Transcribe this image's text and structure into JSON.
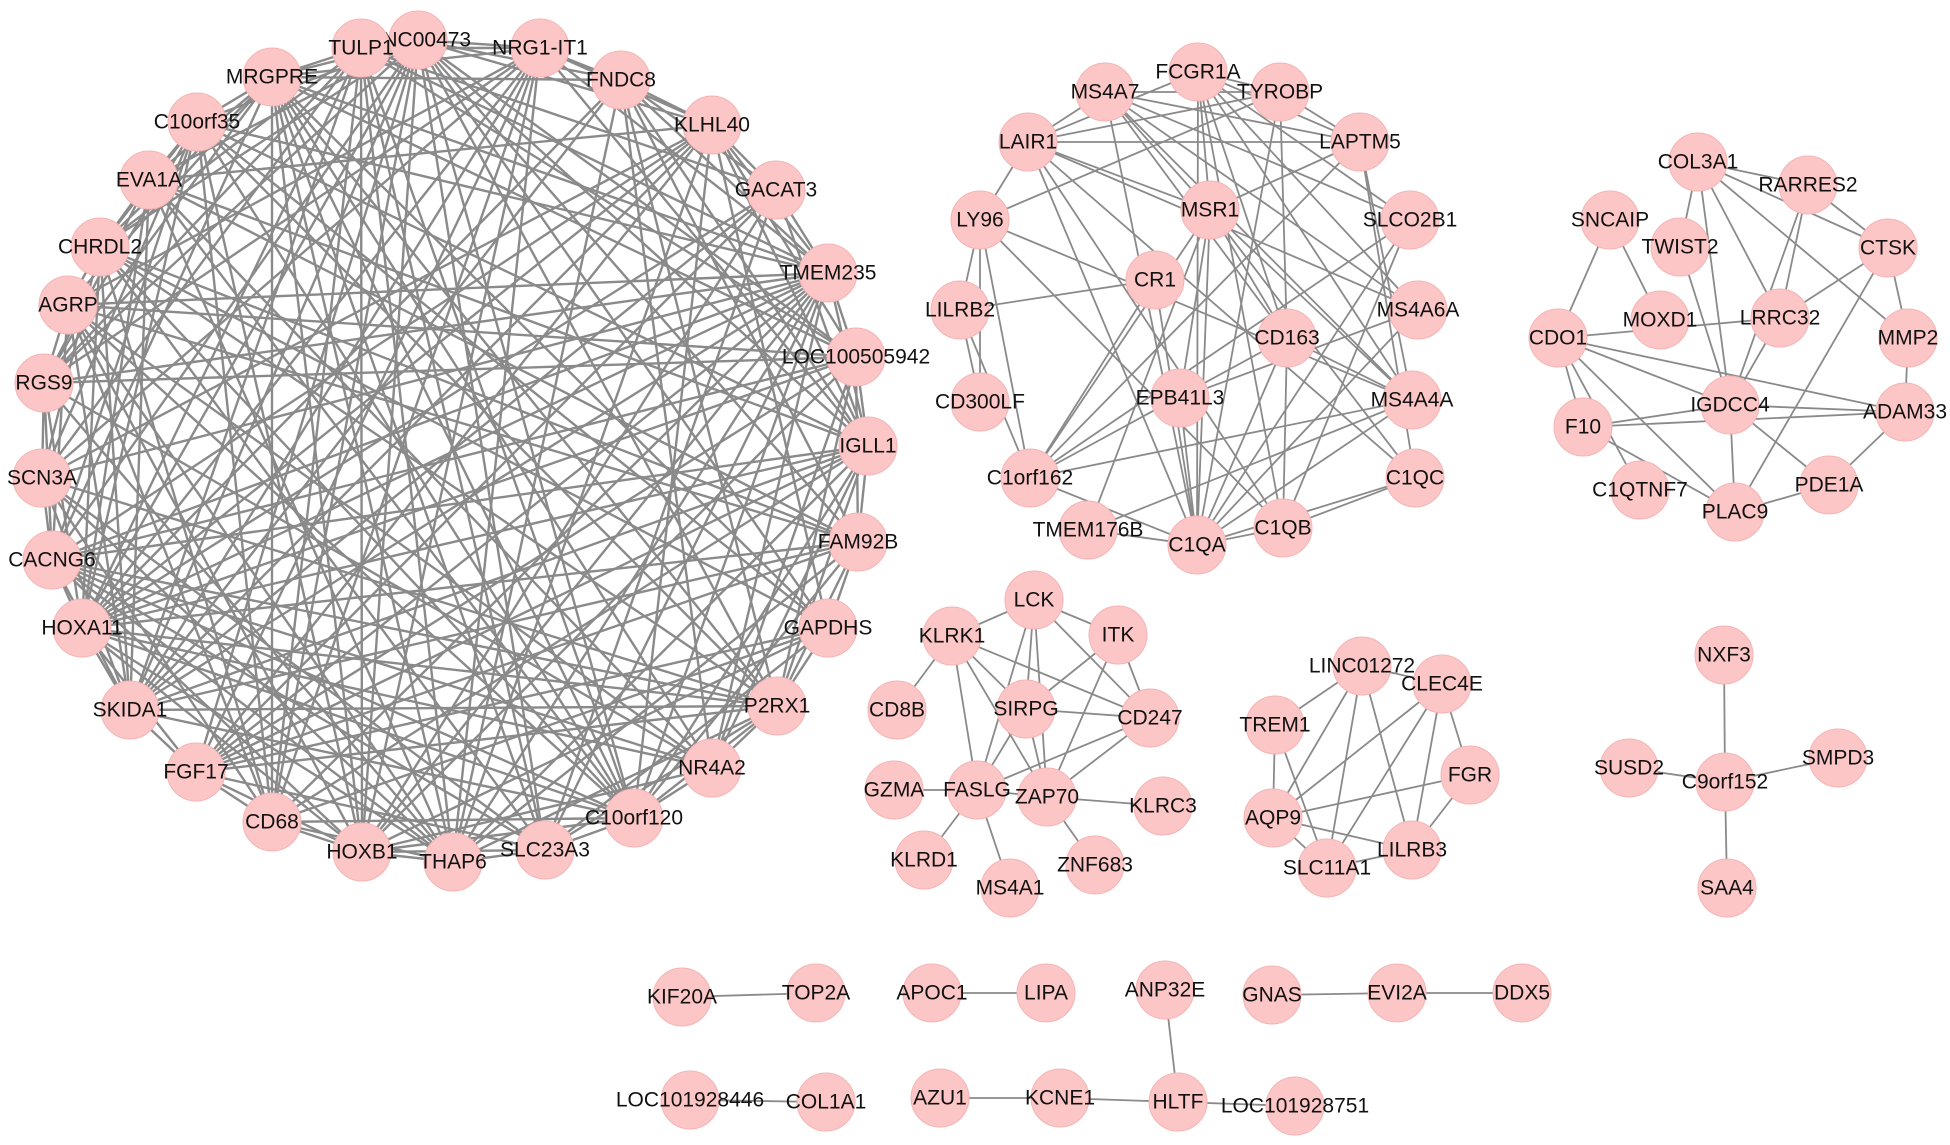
{
  "network": {
    "node_color": "#fcc6c6",
    "edge_color": "#8a8a8a",
    "clusters": [
      {
        "id": "c1",
        "nodes": [
          "LINC00473",
          "NRG1-IT1",
          "FNDC8",
          "KLHL40",
          "GACAT3",
          "TMEM235",
          "LOC100505942",
          "IGLL1",
          "FAM92B",
          "GAPDHS",
          "P2RX1",
          "NR4A2",
          "C10orf120",
          "SLC23A3",
          "THAP6",
          "HOXB1",
          "CD68",
          "FGF17",
          "SKIDA1",
          "HOXA11",
          "CACNG6",
          "SCN3A",
          "RGS9",
          "AGRP",
          "CHRDL2",
          "EVA1A",
          "C10orf35",
          "MRGPRE",
          "TULP1"
        ],
        "edges": "dense-random"
      },
      {
        "id": "c2",
        "nodes": [
          "FCGR1A",
          "TYROBP",
          "LAPTM5",
          "SLCO2B1",
          "MS4A6A",
          "MS4A4A",
          "C1QC",
          "C1QB",
          "C1QA",
          "TMEM176B",
          "C1orf162",
          "CD300LF",
          "LILRB2",
          "LY96",
          "LAIR1",
          "MS4A7",
          "MSR1",
          "CR1",
          "CD163",
          "EPB41L3"
        ],
        "edges": [
          [
            "FCGR1A",
            "TYROBP"
          ],
          [
            "FCGR1A",
            "LAPTM5"
          ],
          [
            "FCGR1A",
            "SLCO2B1"
          ],
          [
            "FCGR1A",
            "MS4A6A"
          ],
          [
            "FCGR1A",
            "MS4A4A"
          ],
          [
            "FCGR1A",
            "C1QA"
          ],
          [
            "FCGR1A",
            "C1QB"
          ],
          [
            "FCGR1A",
            "LAIR1"
          ],
          [
            "FCGR1A",
            "CD163"
          ],
          [
            "FCGR1A",
            "MSR1"
          ],
          [
            "TYROBP",
            "LAIR1"
          ],
          [
            "TYROBP",
            "MS4A7"
          ],
          [
            "TYROBP",
            "LY96"
          ],
          [
            "TYROBP",
            "CD163"
          ],
          [
            "TYROBP",
            "C1QA"
          ],
          [
            "TYROBP",
            "LAPTM5"
          ],
          [
            "LAPTM5",
            "LAIR1"
          ],
          [
            "LAPTM5",
            "MS4A4A"
          ],
          [
            "LAPTM5",
            "C1QC"
          ],
          [
            "LAPTM5",
            "MSR1"
          ],
          [
            "LAPTM5",
            "MS4A7"
          ],
          [
            "SLCO2B1",
            "C1QA"
          ],
          [
            "SLCO2B1",
            "MS4A7"
          ],
          [
            "SLCO2B1",
            "C1QB"
          ],
          [
            "SLCO2B1",
            "C1orf162"
          ],
          [
            "MS4A6A",
            "MS4A7"
          ],
          [
            "MS4A6A",
            "C1QA"
          ],
          [
            "MS4A6A",
            "LAIR1"
          ],
          [
            "MS4A6A",
            "EPB41L3"
          ],
          [
            "MS4A4A",
            "MS4A7"
          ],
          [
            "MS4A4A",
            "LY96"
          ],
          [
            "MS4A4A",
            "C1QA"
          ],
          [
            "MS4A4A",
            "C1orf162"
          ],
          [
            "MS4A4A",
            "CD163"
          ],
          [
            "MS4A4A",
            "MSR1"
          ],
          [
            "C1QC",
            "C1QA"
          ],
          [
            "C1QC",
            "C1QB"
          ],
          [
            "C1QC",
            "LAIR1"
          ],
          [
            "C1QC",
            "MSR1"
          ],
          [
            "C1QB",
            "C1QA"
          ],
          [
            "C1QB",
            "LAIR1"
          ],
          [
            "C1QB",
            "LY96"
          ],
          [
            "C1QB",
            "CD163"
          ],
          [
            "C1QA",
            "LAIR1"
          ],
          [
            "C1QA",
            "MSR1"
          ],
          [
            "C1QA",
            "CR1"
          ],
          [
            "C1QA",
            "CD163"
          ],
          [
            "C1QA",
            "MS4A7"
          ],
          [
            "C1QA",
            "EPB41L3"
          ],
          [
            "C1QA",
            "C1orf162"
          ],
          [
            "TMEM176B",
            "C1QA"
          ],
          [
            "TMEM176B",
            "MS4A4A"
          ],
          [
            "TMEM176B",
            "MSR1"
          ],
          [
            "C1orf162",
            "CD163"
          ],
          [
            "C1orf162",
            "MSR1"
          ],
          [
            "C1orf162",
            "LAPTM5"
          ],
          [
            "C1orf162",
            "CR1"
          ],
          [
            "CD300LF",
            "LILRB2"
          ],
          [
            "CD300LF",
            "LY96"
          ],
          [
            "LILRB2",
            "LY96"
          ],
          [
            "LILRB2",
            "CR1"
          ],
          [
            "LILRB2",
            "C1orf162"
          ],
          [
            "LY96",
            "LAIR1"
          ],
          [
            "LY96",
            "C1orf162"
          ],
          [
            "LAIR1",
            "MS4A7"
          ],
          [
            "LAIR1",
            "MSR1"
          ],
          [
            "MS4A7",
            "MSR1"
          ],
          [
            "MS4A7",
            "CD163"
          ],
          [
            "MSR1",
            "CD163"
          ],
          [
            "MSR1",
            "EPB41L3"
          ]
        ]
      },
      {
        "id": "c3",
        "nodes": [
          "COL3A1",
          "RARRES2",
          "CTSK",
          "MMP2",
          "ADAM33",
          "PDE1A",
          "PLAC9",
          "C1QTNF7",
          "F10",
          "CDO1",
          "SNCAIP",
          "TWIST2",
          "MOXD1",
          "LRRC32",
          "IGDCC4"
        ],
        "edges": [
          [
            "COL3A1",
            "RARRES2"
          ],
          [
            "COL3A1",
            "CTSK"
          ],
          [
            "COL3A1",
            "MMP2"
          ],
          [
            "COL3A1",
            "IGDCC4"
          ],
          [
            "COL3A1",
            "TWIST2"
          ],
          [
            "COL3A1",
            "LRRC32"
          ],
          [
            "RARRES2",
            "CTSK"
          ],
          [
            "RARRES2",
            "LRRC32"
          ],
          [
            "RARRES2",
            "IGDCC4"
          ],
          [
            "CTSK",
            "MMP2"
          ],
          [
            "CTSK",
            "LRRC32"
          ],
          [
            "CTSK",
            "PLAC9"
          ],
          [
            "MMP2",
            "ADAM33"
          ],
          [
            "SNCAIP",
            "CDO1"
          ],
          [
            "SNCAIP",
            "MOXD1"
          ],
          [
            "CDO1",
            "IGDCC4"
          ],
          [
            "CDO1",
            "ADAM33"
          ],
          [
            "CDO1",
            "F10"
          ],
          [
            "CDO1",
            "C1QTNF7"
          ],
          [
            "CDO1",
            "PLAC9"
          ],
          [
            "CDO1",
            "LRRC32"
          ],
          [
            "TWIST2",
            "IGDCC4"
          ],
          [
            "IGDCC4",
            "F10"
          ],
          [
            "IGDCC4",
            "ADAM33"
          ],
          [
            "IGDCC4",
            "PDE1A"
          ],
          [
            "IGDCC4",
            "PLAC9"
          ],
          [
            "LRRC32",
            "IGDCC4"
          ],
          [
            "F10",
            "PLAC9"
          ],
          [
            "F10",
            "ADAM33"
          ],
          [
            "PLAC9",
            "PDE1A"
          ],
          [
            "PDE1A",
            "ADAM33"
          ]
        ]
      },
      {
        "id": "c4",
        "nodes": [
          "LCK",
          "ITK",
          "CD247",
          "KLRC3",
          "ZNF683",
          "MS4A1",
          "KLRD1",
          "GZMA",
          "CD8B",
          "KLRK1",
          "SIRPG",
          "FASLG",
          "ZAP70"
        ],
        "edges": [
          [
            "LCK",
            "KLRK1"
          ],
          [
            "LCK",
            "ITK"
          ],
          [
            "LCK",
            "CD247"
          ],
          [
            "LCK",
            "SIRPG"
          ],
          [
            "LCK",
            "ZAP70"
          ],
          [
            "LCK",
            "FASLG"
          ],
          [
            "ITK",
            "CD247"
          ],
          [
            "ITK",
            "SIRPG"
          ],
          [
            "ITK",
            "ZAP70"
          ],
          [
            "KLRK1",
            "SIRPG"
          ],
          [
            "KLRK1",
            "CD247"
          ],
          [
            "KLRK1",
            "FASLG"
          ],
          [
            "KLRK1",
            "CD8B"
          ],
          [
            "SIRPG",
            "CD247"
          ],
          [
            "SIRPG",
            "ZAP70"
          ],
          [
            "SIRPG",
            "FASLG"
          ],
          [
            "CD247",
            "ZAP70"
          ],
          [
            "CD247",
            "FASLG"
          ],
          [
            "ZAP70",
            "FASLG"
          ],
          [
            "ZAP70",
            "KLRC3"
          ],
          [
            "ZAP70",
            "ZNF683"
          ],
          [
            "FASLG",
            "GZMA"
          ],
          [
            "FASLG",
            "KLRD1"
          ],
          [
            "FASLG",
            "MS4A1"
          ],
          [
            "KLRK1",
            "ZAP70"
          ]
        ]
      },
      {
        "id": "c5",
        "nodes": [
          "LINC01272",
          "CLEC4E",
          "FGR",
          "LILRB3",
          "SLC11A1",
          "AQP9",
          "TREM1"
        ],
        "edges": [
          [
            "LINC01272",
            "AQP9"
          ],
          [
            "LINC01272",
            "SLC11A1"
          ],
          [
            "LINC01272",
            "TREM1"
          ],
          [
            "LINC01272",
            "LILRB3"
          ],
          [
            "LINC01272",
            "CLEC4E"
          ],
          [
            "CLEC4E",
            "AQP9"
          ],
          [
            "CLEC4E",
            "FGR"
          ],
          [
            "CLEC4E",
            "LILRB3"
          ],
          [
            "CLEC4E",
            "SLC11A1"
          ],
          [
            "FGR",
            "AQP9"
          ],
          [
            "FGR",
            "LILRB3"
          ],
          [
            "LILRB3",
            "AQP9"
          ],
          [
            "LILRB3",
            "SLC11A1"
          ],
          [
            "SLC11A1",
            "AQP9"
          ],
          [
            "AQP9",
            "TREM1"
          ],
          [
            "TREM1",
            "SLC11A1"
          ]
        ]
      },
      {
        "id": "c6",
        "nodes": [
          "NXF3",
          "SUSD2",
          "C9orf152",
          "SMPD3",
          "SAA4"
        ],
        "edges": [
          [
            "NXF3",
            "C9orf152"
          ],
          [
            "SUSD2",
            "C9orf152"
          ],
          [
            "C9orf152",
            "SMPD3"
          ],
          [
            "C9orf152",
            "SAA4"
          ]
        ]
      },
      {
        "id": "c7",
        "nodes": [
          "KIF20A",
          "TOP2A",
          "LOC101928446",
          "COL1A1",
          "APOC1",
          "LIPA",
          "AZU1",
          "KCNE1",
          "HLTF",
          "LOC101928751",
          "ANP32E",
          "GNAS",
          "EVI2A",
          "DDX5"
        ],
        "edges": [
          [
            "KIF20A",
            "TOP2A"
          ],
          [
            "LOC101928446",
            "COL1A1"
          ],
          [
            "APOC1",
            "LIPA"
          ],
          [
            "AZU1",
            "KCNE1"
          ],
          [
            "KCNE1",
            "HLTF"
          ],
          [
            "HLTF",
            "LOC101928751"
          ],
          [
            "ANP32E",
            "HLTF"
          ],
          [
            "GNAS",
            "EVI2A"
          ],
          [
            "EVI2A",
            "DDX5"
          ]
        ]
      }
    ]
  }
}
